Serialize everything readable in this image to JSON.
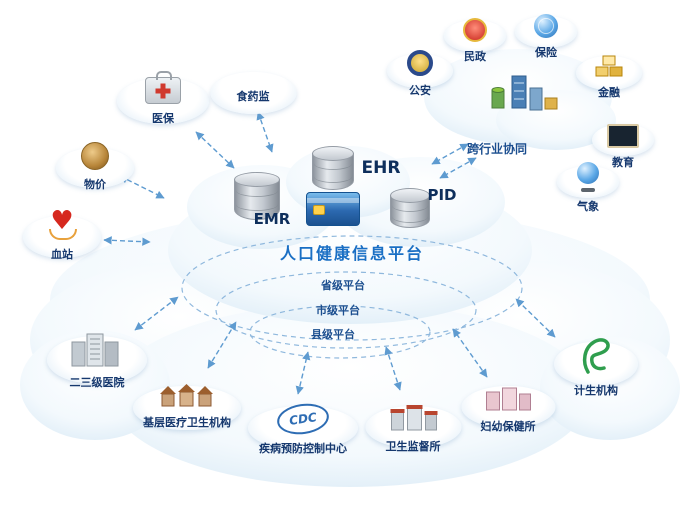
{
  "diagram": {
    "center": {
      "title": "人口健康信息平台",
      "datastores": [
        {
          "label": "EMR"
        },
        {
          "label": "EHR"
        },
        {
          "label": "PID"
        }
      ],
      "levels": [
        {
          "label": "省级平台"
        },
        {
          "label": "市级平台"
        },
        {
          "label": "县级平台"
        }
      ]
    },
    "left_nodes": [
      {
        "label": "医保",
        "icon": "first-aid-kit-icon"
      },
      {
        "label": "食药监",
        "icon": "cloud-icon"
      },
      {
        "label": "物价",
        "icon": "seal-icon"
      },
      {
        "label": "血站",
        "icon": "heart-in-hand-icon"
      }
    ],
    "cross_industry": {
      "label": "跨行业协同",
      "nodes": [
        {
          "label": "公安",
          "icon": "police-emblem-icon"
        },
        {
          "label": "民政",
          "icon": "civil-emblem-icon"
        },
        {
          "label": "保险",
          "icon": "globe-icon"
        },
        {
          "label": "金融",
          "icon": "gold-boxes-icon"
        },
        {
          "label": "教育",
          "icon": "blackboard-icon"
        },
        {
          "label": "气象",
          "icon": "weather-globe-icon"
        }
      ]
    },
    "bottom_nodes": [
      {
        "label": "二三级医院",
        "icon": "hospital-buildings-icon"
      },
      {
        "label": "基层医疗卫生机构",
        "icon": "village-houses-icon"
      },
      {
        "label": "疾病预防控制中心",
        "icon": "cdc-logo-icon"
      },
      {
        "label": "卫生监督所",
        "icon": "office-buildings-icon"
      },
      {
        "label": "妇幼保健所",
        "icon": "clinic-buildings-icon"
      },
      {
        "label": "计生机构",
        "icon": "green-ribbon-icon"
      }
    ],
    "icons": {
      "cdc_text": "CDC"
    },
    "colors": {
      "label": "#16386e",
      "title": "#1a6fc4",
      "arrow": "#5e9bd0"
    }
  }
}
